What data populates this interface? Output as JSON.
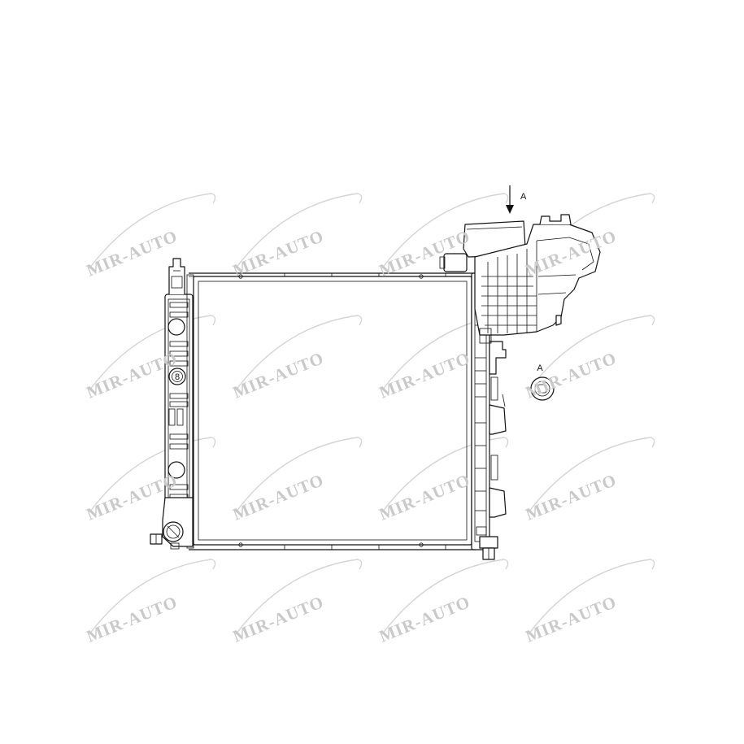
{
  "diagram": {
    "callout_label": "A",
    "detail_label": "A",
    "drain_plug_mark": "8"
  },
  "watermark": {
    "text": "MIR-AUTO"
  },
  "colors": {
    "ink": "#111111",
    "watermark": "#c9c9c9",
    "background": "#ffffff"
  }
}
